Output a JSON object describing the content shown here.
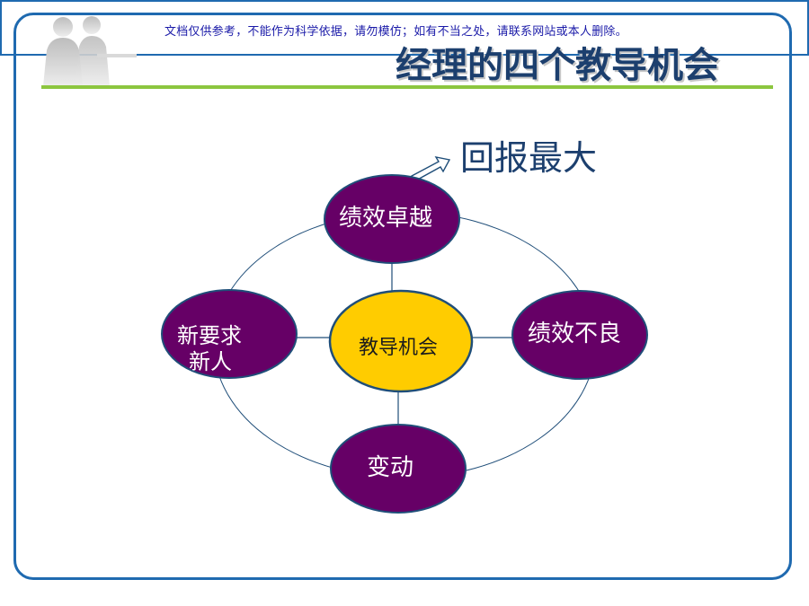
{
  "watermark": "文档仅供参考，不能作为科学依据，请勿模仿；如有不当之处，请联系网站或本人删除。",
  "title": "经理的四个教导机会",
  "reward_label": "回报最大",
  "nodes": {
    "center": "教导机会",
    "top": "绩效卓越",
    "right": "绩效不良",
    "bottom": "变动",
    "left_line1": "新要求",
    "left_line2": "新人"
  },
  "colors": {
    "outer_node": "#660066",
    "center_node": "#ffcc00",
    "outline": "#1f4e79",
    "accent_rule": "#8cc63f",
    "frame": "#1f6ab0",
    "title": "#1c3f6e"
  }
}
